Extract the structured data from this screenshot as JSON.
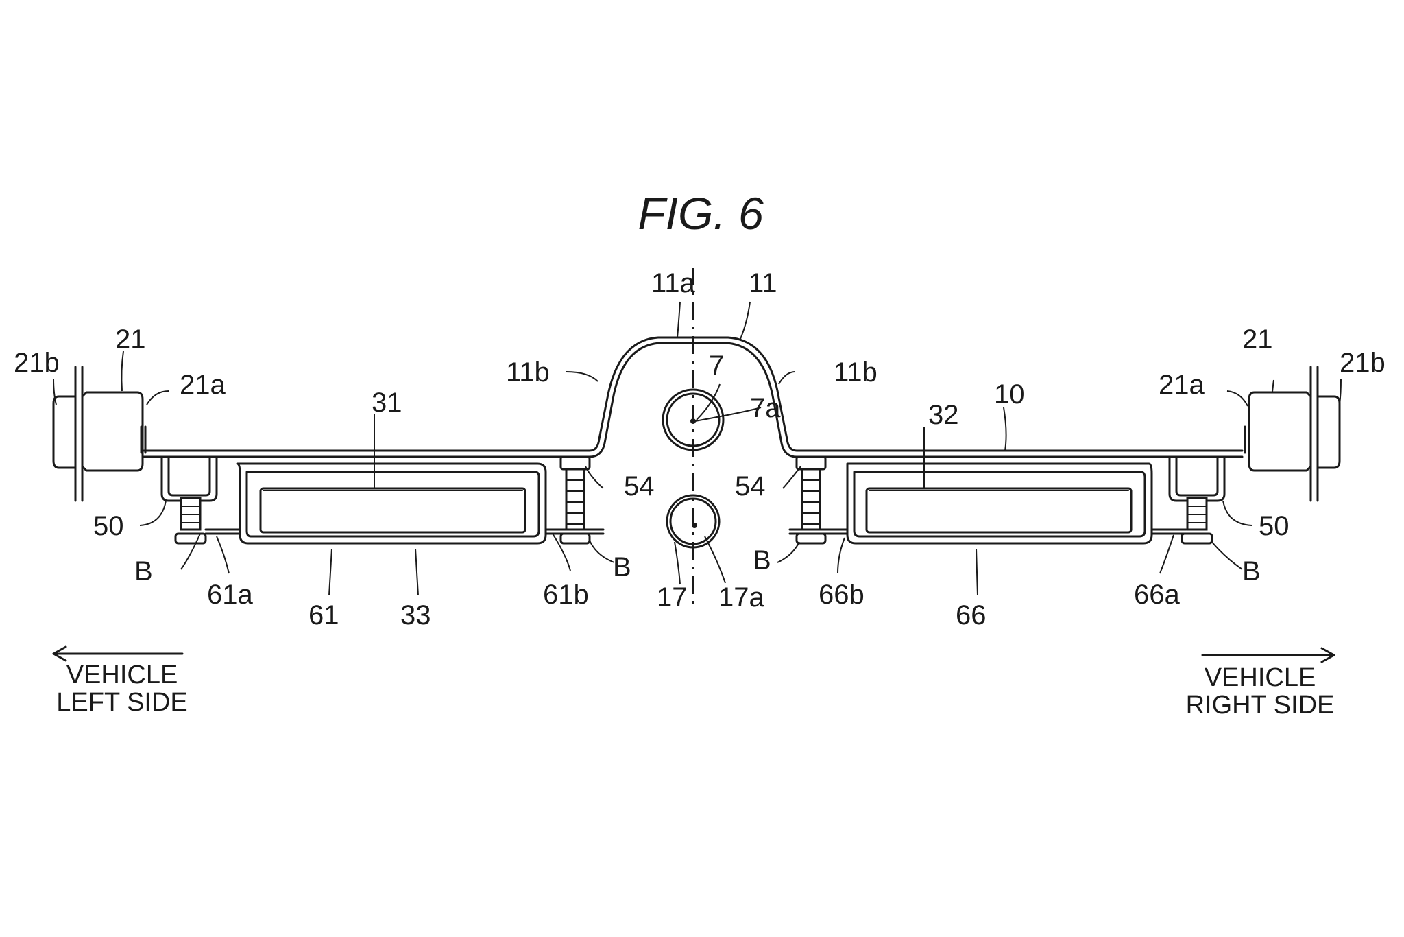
{
  "figure": {
    "title": "FIG. 6",
    "direction_left_line1": "VEHICLE",
    "direction_left_line2": "LEFT SIDE",
    "direction_right_line1": "VEHICLE",
    "direction_right_line2": "RIGHT SIDE"
  },
  "labels": {
    "l21b_left": "21b",
    "l21_left": "21",
    "l21a_left": "21a",
    "l11b_left": "11b",
    "l11a": "11a",
    "l11": "11",
    "l7": "7",
    "l7a": "7a",
    "l11b_right": "11b",
    "l31": "31",
    "l32": "32",
    "l10": "10",
    "l21a_right": "21a",
    "l21_right": "21",
    "l21b_right": "21b",
    "l54_left": "54",
    "l54_right": "54",
    "l50_left": "50",
    "l50_right": "50",
    "lB_1": "B",
    "lB_2": "B",
    "lB_3": "B",
    "lB_4": "B",
    "l61a": "61a",
    "l61b": "61b",
    "l61": "61",
    "l33": "33",
    "l17": "17",
    "l17a": "17a",
    "l66b": "66b",
    "l66": "66",
    "l66a": "66a"
  }
}
